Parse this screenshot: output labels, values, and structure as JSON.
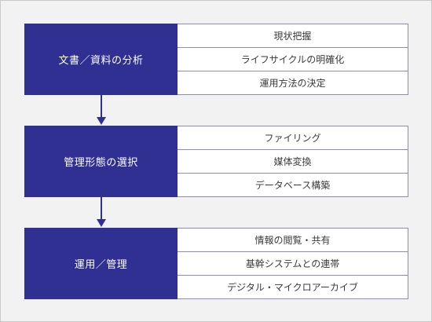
{
  "stages": [
    {
      "title": "文書／資料の分析",
      "items": [
        "現状把握",
        "ライフサイクルの明確化",
        "運用方法の決定"
      ]
    },
    {
      "title": "管理形態の選択",
      "items": [
        "ファイリング",
        "媒体変換",
        "データベース構築"
      ]
    },
    {
      "title": "運用／管理",
      "items": [
        "情報の閲覧・共有",
        "基幹システムとの連帯",
        "デジタル・マイクロアーカイブ"
      ]
    }
  ],
  "colors": {
    "title_background": "#2f3092",
    "title_text": "#ffffff",
    "item_background": "#ffffff",
    "item_border": "#8e8eaa",
    "arrow": "#2f3092",
    "page_background": "#f2f2f2"
  }
}
